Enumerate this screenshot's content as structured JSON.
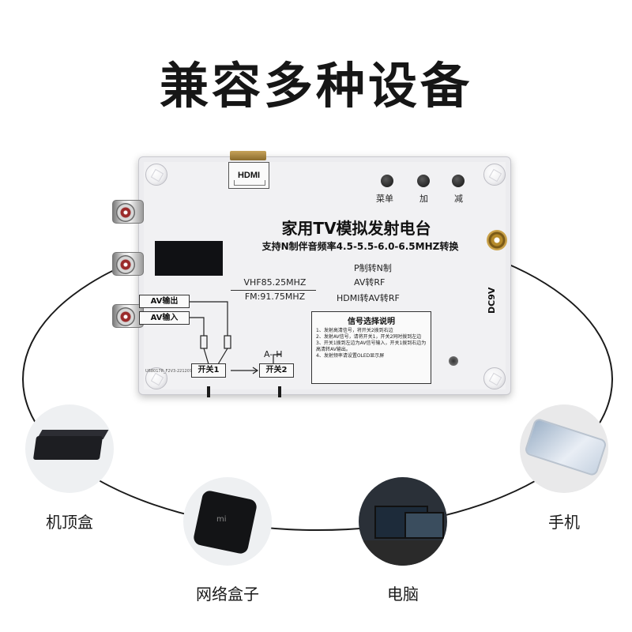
{
  "headline": "兼容多种设备",
  "board": {
    "hdmi_label": "HDMI",
    "buttons": [
      {
        "label": "菜单"
      },
      {
        "label": "加"
      },
      {
        "label": "减"
      }
    ],
    "title": "家用TV模拟发射电台",
    "subtitle": "支持N制伴音频率4.5-5.5-6.0-6.5MHZ转换",
    "modes": [
      "P制转N制",
      "AV转RF",
      "HDMI转AV转RF"
    ],
    "vhf": "VHF85.25MHZ",
    "fm": "FM:91.75MHZ",
    "av_out": "AV输出",
    "av_in": "AV输入",
    "range_label": "A--H",
    "switch1": "开关1",
    "switch2": "开关2",
    "dc_label": "DC9V",
    "tag": "U68017R_F2V3-221207",
    "notes": {
      "title": "信号选择说明",
      "items": [
        "1、发射高清信号，将开关2拨到右边",
        "2、发射AV信号，请将开关1，开关2同时拨到左边",
        "3、开关1拨到左边为AV信号输入，开关1拨到右边为高清转AV输出。",
        "4、发射频率请设置OLED显示屏"
      ]
    }
  },
  "devices": [
    {
      "label": "机顶盒"
    },
    {
      "label": "网络盒子"
    },
    {
      "label": "电脑"
    },
    {
      "label": "手机"
    }
  ]
}
